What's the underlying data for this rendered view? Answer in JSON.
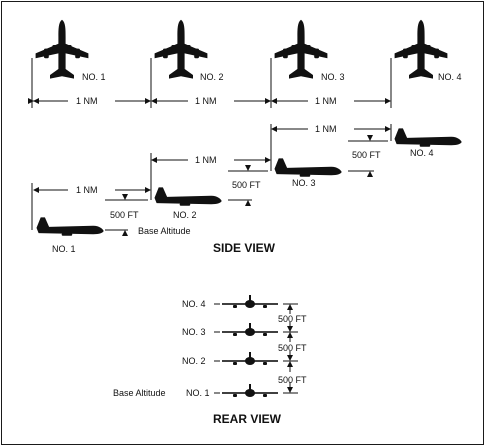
{
  "top_view": {
    "aircraft": [
      {
        "label": "NO. 1"
      },
      {
        "label": "NO. 2"
      },
      {
        "label": "NO. 3"
      },
      {
        "label": "NO. 4"
      }
    ],
    "spacing_labels": [
      "1 NM",
      "1 NM",
      "1 NM"
    ]
  },
  "side_view": {
    "title": "SIDE VIEW",
    "aircraft": [
      {
        "label": "NO. 1"
      },
      {
        "label": "NO. 2"
      },
      {
        "label": "NO. 3"
      },
      {
        "label": "NO. 4"
      }
    ],
    "spacing_labels": [
      "1 NM",
      "1 NM",
      "1 NM"
    ],
    "altitude_labels": [
      "500 FT",
      "500 FT",
      "500 FT"
    ],
    "base_label": "Base Altitude"
  },
  "rear_view": {
    "title": "REAR VIEW",
    "aircraft": [
      {
        "label": "NO. 4"
      },
      {
        "label": "NO. 3"
      },
      {
        "label": "NO. 2"
      },
      {
        "label": "NO. 1"
      }
    ],
    "altitude_labels": [
      "500 FT",
      "500 FT",
      "500 FT"
    ],
    "base_label": "Base Altitude"
  }
}
